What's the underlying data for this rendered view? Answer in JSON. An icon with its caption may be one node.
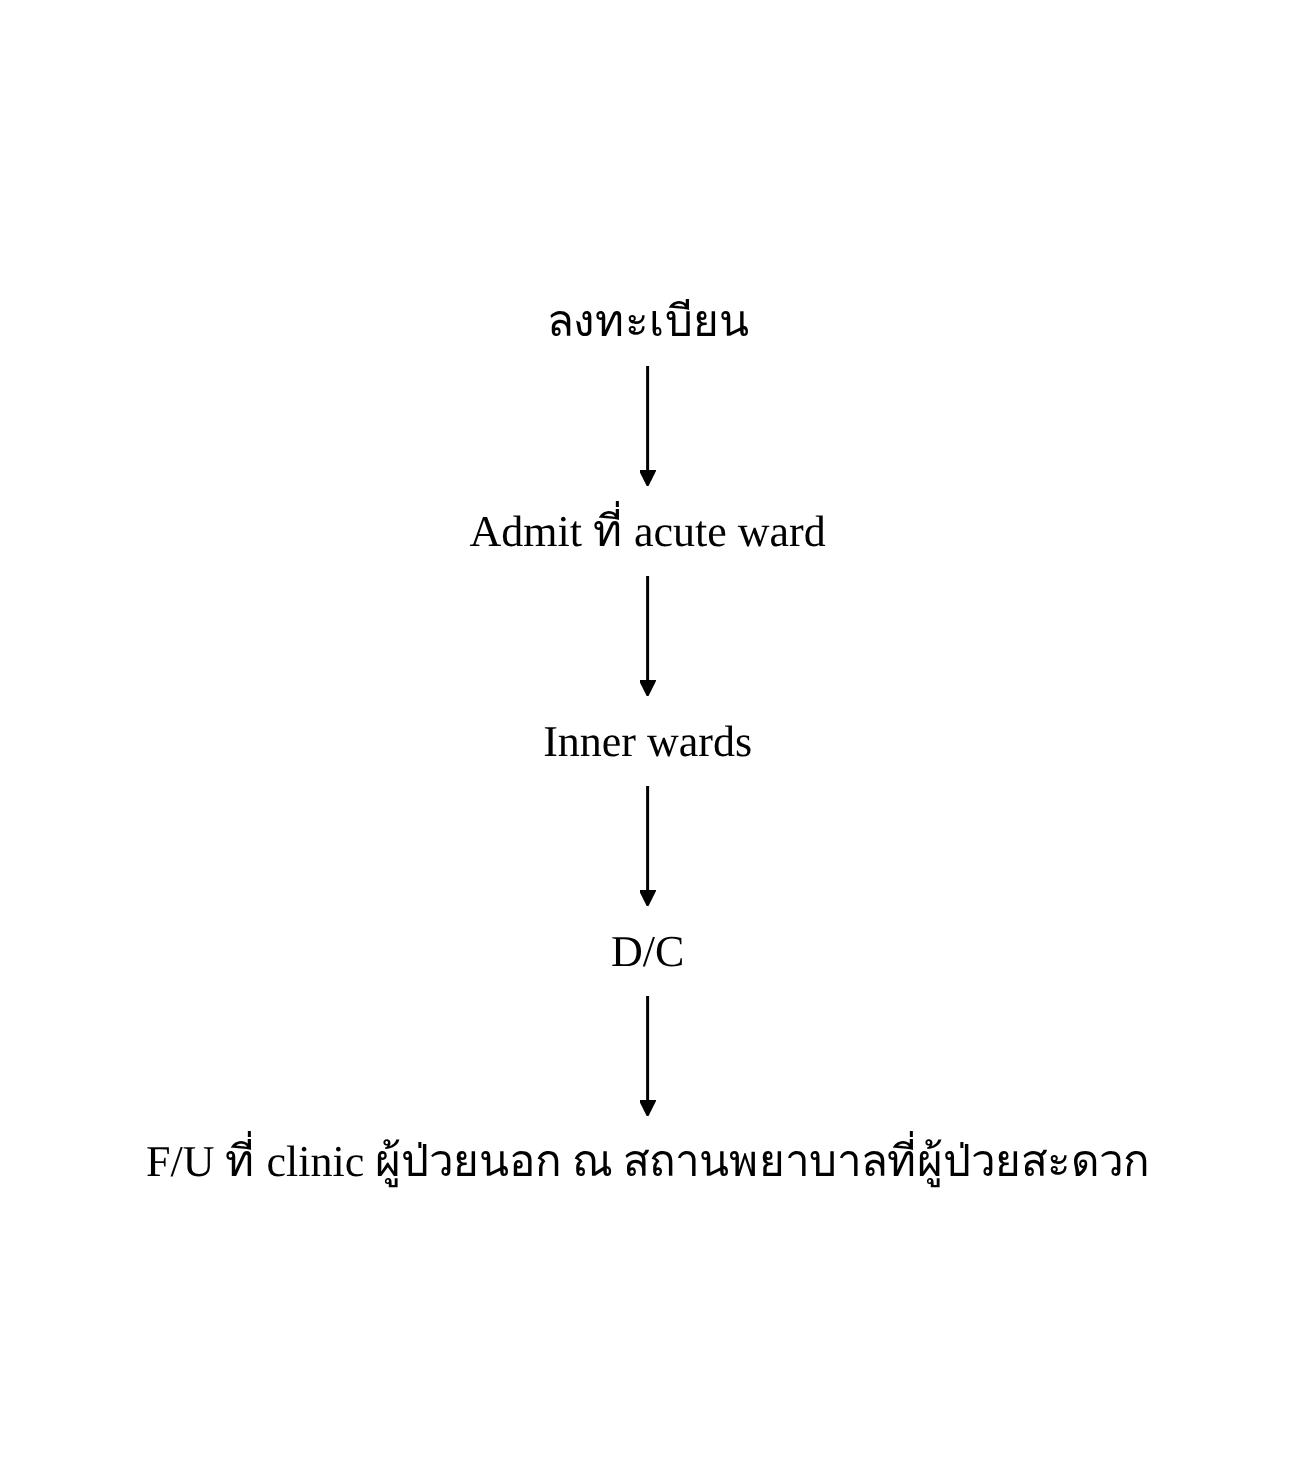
{
  "diagram": {
    "nodes": [
      {
        "text": [
          "ลงทะเบียน"
        ]
      },
      {
        "text": [
          "Admit ที่ acute ward"
        ]
      },
      {
        "text": [
          "Inner wards"
        ]
      },
      {
        "text": [
          "D/C"
        ]
      },
      {
        "text": [
          "F/U ที่ clinic ผู้ป่วยนอก ณ สถานพยาบาลที่ผู้ป่วยสะดวก"
        ]
      }
    ],
    "edges": [
      {
        "from": 0,
        "to": 1,
        "arrow": "to"
      },
      {
        "from": 1,
        "to": 2,
        "arrow": "to"
      },
      {
        "from": 2,
        "to": 3,
        "arrow": "to"
      },
      {
        "from": 3,
        "to": 4,
        "arrow": "to"
      }
    ]
  }
}
